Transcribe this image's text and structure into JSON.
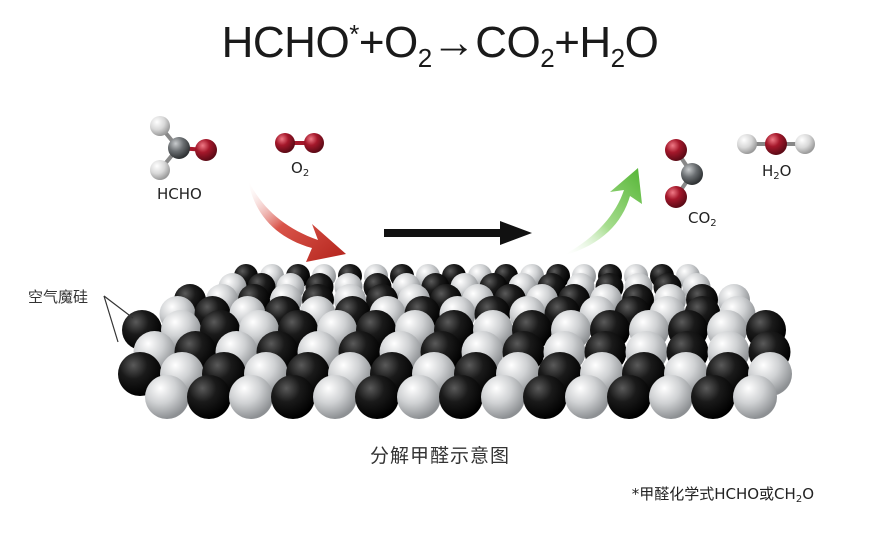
{
  "equation": {
    "reactant1": "HCHO",
    "star": "*",
    "plus1": "+",
    "o": "O",
    "two_a": "2",
    "arrow": "→",
    "co": "CO",
    "two_b": "2",
    "plus2": "+",
    "h": "H",
    "two_c": "2",
    "o2": "O"
  },
  "labels": {
    "hcho": "HCHO",
    "o2_main": "O",
    "o2_sub": "2",
    "co2_main": "CO",
    "co2_sub": "2",
    "h2o_h": "H",
    "h2o_sub": "2",
    "h2o_o": "O",
    "catalyst": "空气魔硅"
  },
  "caption": "分解甲醛示意图",
  "note": {
    "prefix": "*甲醛化学式HCHO或CH",
    "sub": "2",
    "suffix": "O"
  },
  "colors": {
    "red_arrow": "#c0302a",
    "green_arrow": "#6cc04a",
    "black_arrow": "#111111",
    "oxygen": "#a5182b",
    "hydrogen": "#d8d8d8",
    "carbon": "#6b6f72",
    "sphere_dark": "#111111",
    "sphere_light": "#c9cbcd"
  }
}
